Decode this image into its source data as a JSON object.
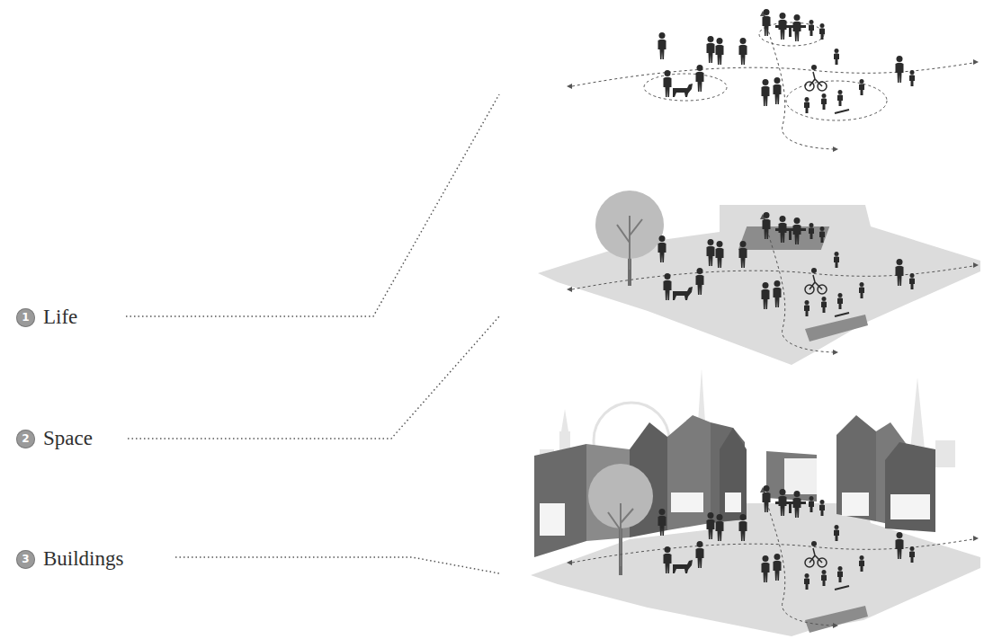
{
  "diagram": {
    "nodes": [
      {
        "text": [
          "1",
          "Life"
        ]
      },
      {
        "text": [
          "2",
          "Space"
        ]
      },
      {
        "text": [
          "3",
          "Buildings"
        ]
      }
    ]
  }
}
